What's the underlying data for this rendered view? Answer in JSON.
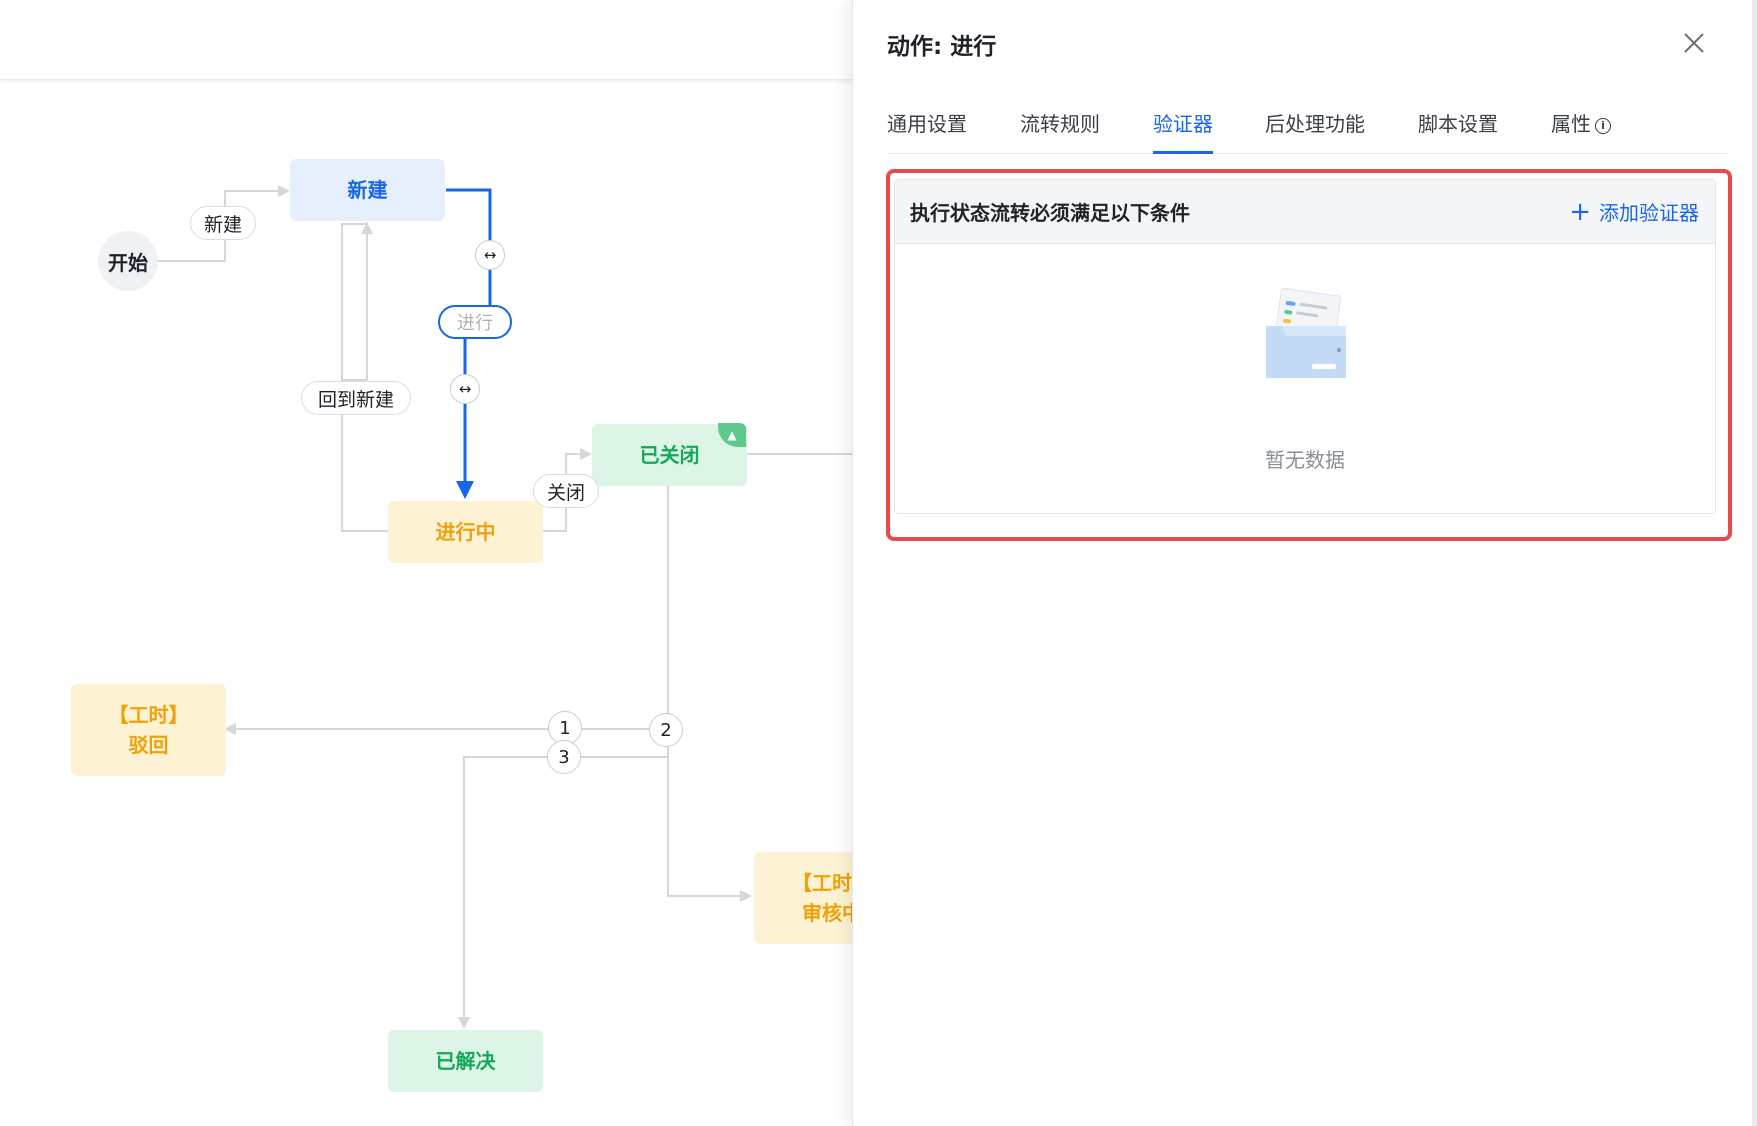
{
  "canvas": {
    "nodes": {
      "start": "开始",
      "new": "新建",
      "in_progress": "进行中",
      "closed": "已关闭",
      "worklog_reject": "【工时】\n驳回",
      "worklog_review": "【工时】\n审核中",
      "resolved": "已解决"
    },
    "transitions": {
      "new": "新建",
      "back_to_new": "回到新建",
      "close": "关闭",
      "progress": "进行"
    },
    "badges": [
      "1",
      "2",
      "3"
    ]
  },
  "panel": {
    "title": "动作: 进行",
    "tabs": [
      "通用设置",
      "流转规则",
      "验证器",
      "后处理功能",
      "脚本设置",
      "属性"
    ],
    "active_tab": "验证器",
    "section_title": "执行状态流转必须满足以下条件",
    "add_label": "添加验证器",
    "empty_text": "暂无数据"
  },
  "colors": {
    "accent": "#1a66e8",
    "highlight": "#e84a4a",
    "node_blue": "#e6f0fc",
    "node_yellow": "#fdf3d4",
    "node_green": "#ddf5e6"
  }
}
